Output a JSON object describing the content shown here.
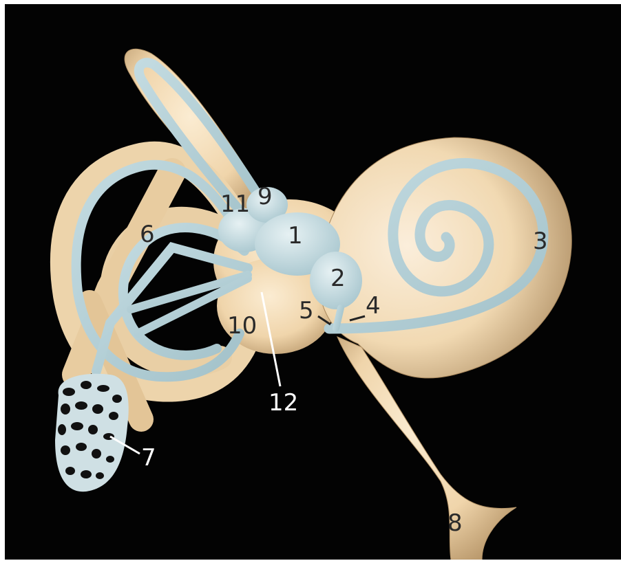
{
  "diagram": {
    "labels": {
      "l1": "1",
      "l2": "2",
      "l3": "3",
      "l4": "4",
      "l5": "5",
      "l6": "6",
      "l7": "7",
      "l8": "8",
      "l9": "9",
      "l10": "10",
      "l11": "11",
      "l12": "12"
    },
    "colors": {
      "background": "#030303",
      "bone": "#f2d9b2",
      "bone_shadow": "#c9a97c",
      "membrane": "#cfe2e6",
      "membrane_edge": "#9fbcc4",
      "label_dark": "#2a2a2a",
      "label_light": "#ffffff"
    }
  }
}
